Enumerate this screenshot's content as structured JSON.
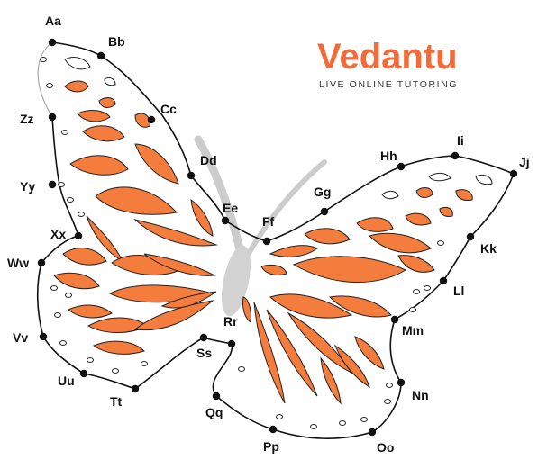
{
  "brand": {
    "name": "Vedantu",
    "tagline": "LIVE ONLINE TUTORING",
    "color": "#f26b3a"
  },
  "colors": {
    "wing_fill": "#f47c3c",
    "outline": "#111111",
    "body_gray": "#cccccc"
  },
  "dots": [
    {
      "id": "aa",
      "label": "Aa"
    },
    {
      "id": "bb",
      "label": "Bb"
    },
    {
      "id": "cc",
      "label": "Cc"
    },
    {
      "id": "dd",
      "label": "Dd"
    },
    {
      "id": "ee",
      "label": "Ee"
    },
    {
      "id": "ff",
      "label": "Ff"
    },
    {
      "id": "gg",
      "label": "Gg"
    },
    {
      "id": "hh",
      "label": "Hh"
    },
    {
      "id": "ii",
      "label": "Ii"
    },
    {
      "id": "jj",
      "label": "Jj"
    },
    {
      "id": "kk",
      "label": "Kk"
    },
    {
      "id": "ll",
      "label": "Ll"
    },
    {
      "id": "mm",
      "label": "Mm"
    },
    {
      "id": "nn",
      "label": "Nn"
    },
    {
      "id": "oo",
      "label": "Oo"
    },
    {
      "id": "pp",
      "label": "Pp"
    },
    {
      "id": "qq",
      "label": "Qq"
    },
    {
      "id": "rr",
      "label": "Rr"
    },
    {
      "id": "ss",
      "label": "Ss"
    },
    {
      "id": "tt",
      "label": "Tt"
    },
    {
      "id": "uu",
      "label": "Uu"
    },
    {
      "id": "vv",
      "label": "Vv"
    },
    {
      "id": "ww",
      "label": "Ww"
    },
    {
      "id": "xx",
      "label": "Xx"
    },
    {
      "id": "yy",
      "label": "Yy"
    },
    {
      "id": "zz",
      "label": "Zz"
    }
  ]
}
